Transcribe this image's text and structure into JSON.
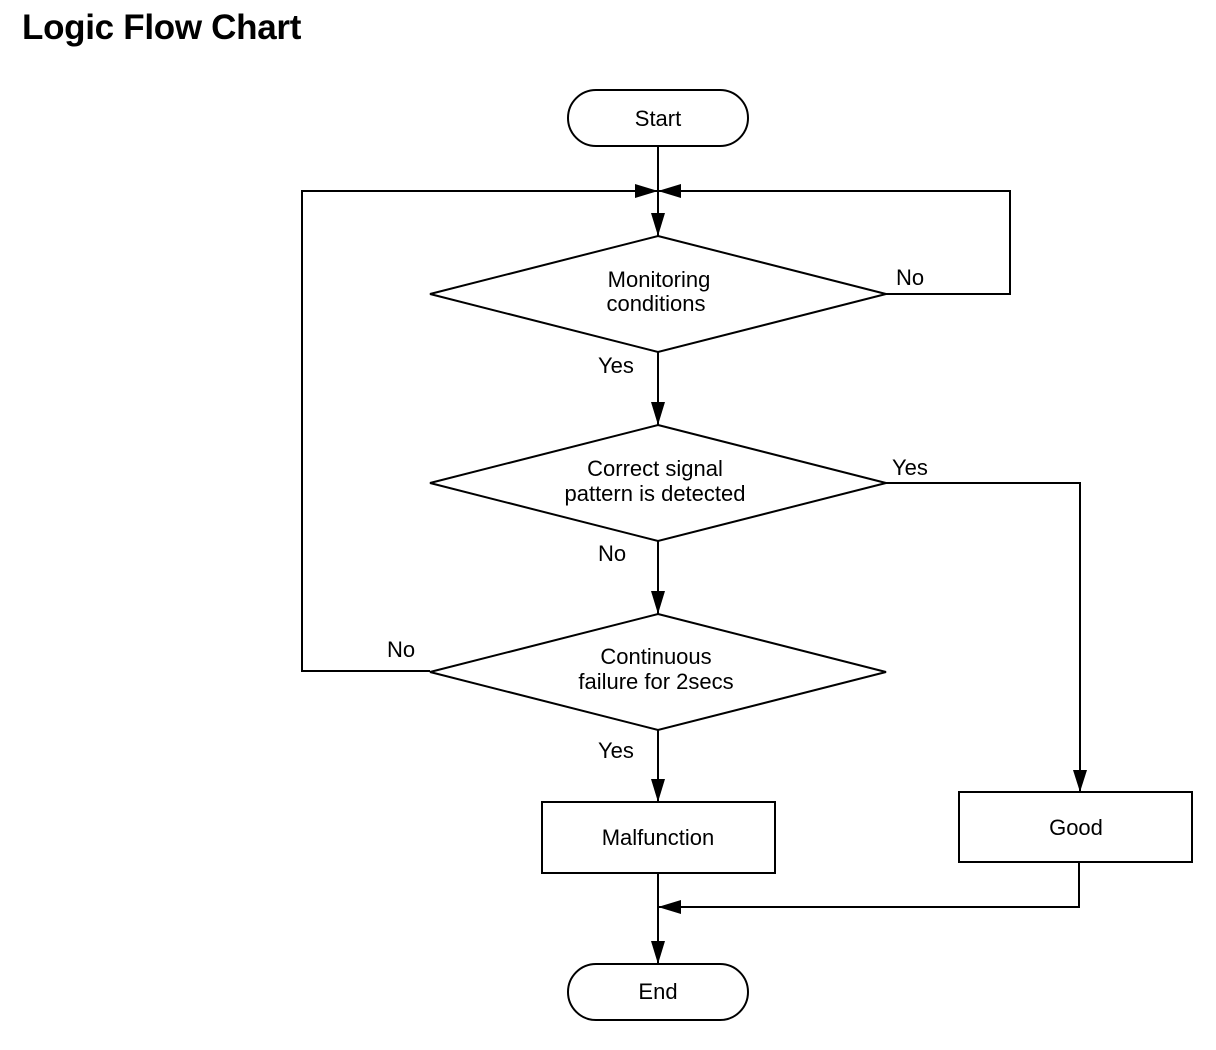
{
  "title": "Logic Flow Chart",
  "nodes": {
    "start": "Start",
    "monitoring": [
      "Monitoring",
      "conditions"
    ],
    "signal": [
      "Correct signal",
      "pattern is detected"
    ],
    "continuous": [
      "Continuous",
      "failure for 2secs"
    ],
    "malfunction": "Malfunction",
    "good": "Good",
    "end": "End"
  },
  "edge_labels": {
    "monitoring_no": "No",
    "monitoring_yes": "Yes",
    "signal_yes": "Yes",
    "signal_no": "No",
    "continuous_no": "No",
    "continuous_yes": "Yes"
  }
}
